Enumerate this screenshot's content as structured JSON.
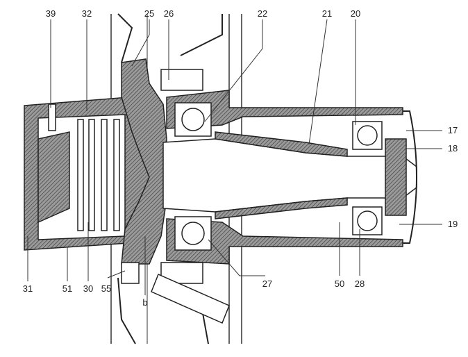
{
  "labels": {
    "l39": "39",
    "l32": "32",
    "l25": "25",
    "l26": "26",
    "l22": "22",
    "l21": "21",
    "l20": "20",
    "l17": "17",
    "l18": "18",
    "l19": "19",
    "l31": "31",
    "l51": "51",
    "l30": "30",
    "l55": "55",
    "lb": "b",
    "l27": "27",
    "l50": "50",
    "l28": "28"
  }
}
